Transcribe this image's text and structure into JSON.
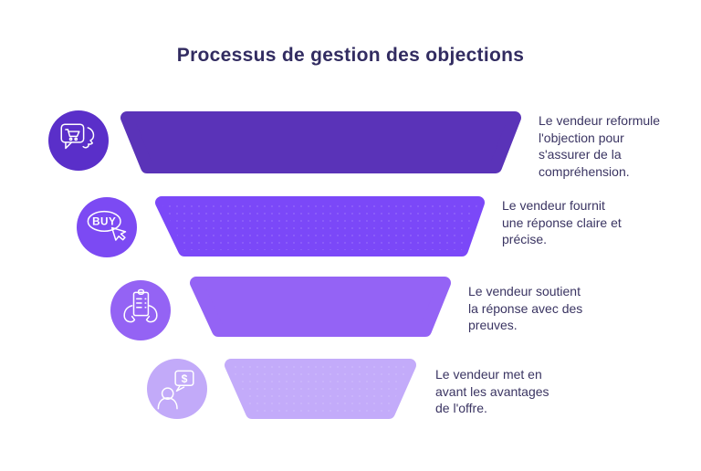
{
  "title": "Processus de gestion des objections",
  "colors": {
    "background": "#ffffff",
    "title_text": "#322c61",
    "body_text": "#3a3462",
    "icon_stroke": "#ffffff"
  },
  "funnel": {
    "steps": [
      {
        "icon": "speech-bubble-cart-face-icon",
        "color": "#5a33b8",
        "icon_color": "#5a2fc9",
        "lines": [
          "Le vendeur reformule",
          "l'objection pour",
          "s'assurer de la",
          "compréhension."
        ]
      },
      {
        "icon": "buy-cursor-icon",
        "icon_text": "BUY",
        "color": "#7b48f8",
        "icon_color": "#7c4af3",
        "lines": [
          "Le vendeur fournit",
          "une réponse claire et",
          "précise."
        ]
      },
      {
        "icon": "clipboard-hands-icon",
        "color": "#9463f5",
        "icon_color": "#9463f4",
        "lines": [
          "Le vendeur soutient",
          "la réponse avec des",
          "preuves."
        ]
      },
      {
        "icon": "person-dollar-bubble-icon",
        "icon_text": "$",
        "color": "#c3abfa",
        "icon_color": "#c2aaf9",
        "lines": [
          "Le vendeur met en",
          "avant les avantages",
          "de l'offre."
        ]
      }
    ]
  }
}
